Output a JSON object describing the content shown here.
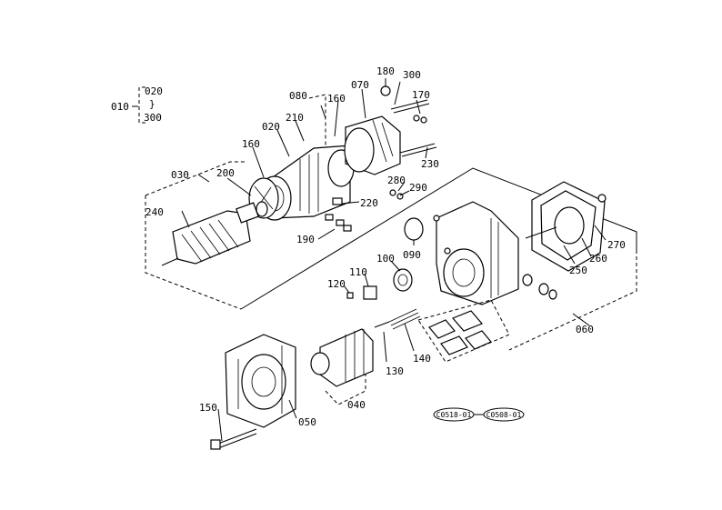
{
  "parts": {
    "p010": "010",
    "p020a": "020",
    "p020b": "020",
    "p030": "030",
    "p040": "040",
    "p050": "050",
    "p060": "060",
    "p070": "070",
    "p080": "080",
    "p090": "090",
    "p100": "100",
    "p110": "110",
    "p120": "120",
    "p130": "130",
    "p140": "140",
    "p150": "150",
    "p160a": "160",
    "p160b": "160",
    "p170": "170",
    "p180": "180",
    "p190": "190",
    "p200": "200",
    "p210": "210",
    "p220": "220",
    "p230": "230",
    "p240": "240",
    "p250": "250",
    "p260": "260",
    "p270": "270",
    "p280": "280",
    "p290": "290",
    "p300a": "300",
    "p300b": "300",
    "range_sep": "}"
  },
  "stamps": {
    "left": "C0518-01",
    "right": "C0508-01"
  }
}
